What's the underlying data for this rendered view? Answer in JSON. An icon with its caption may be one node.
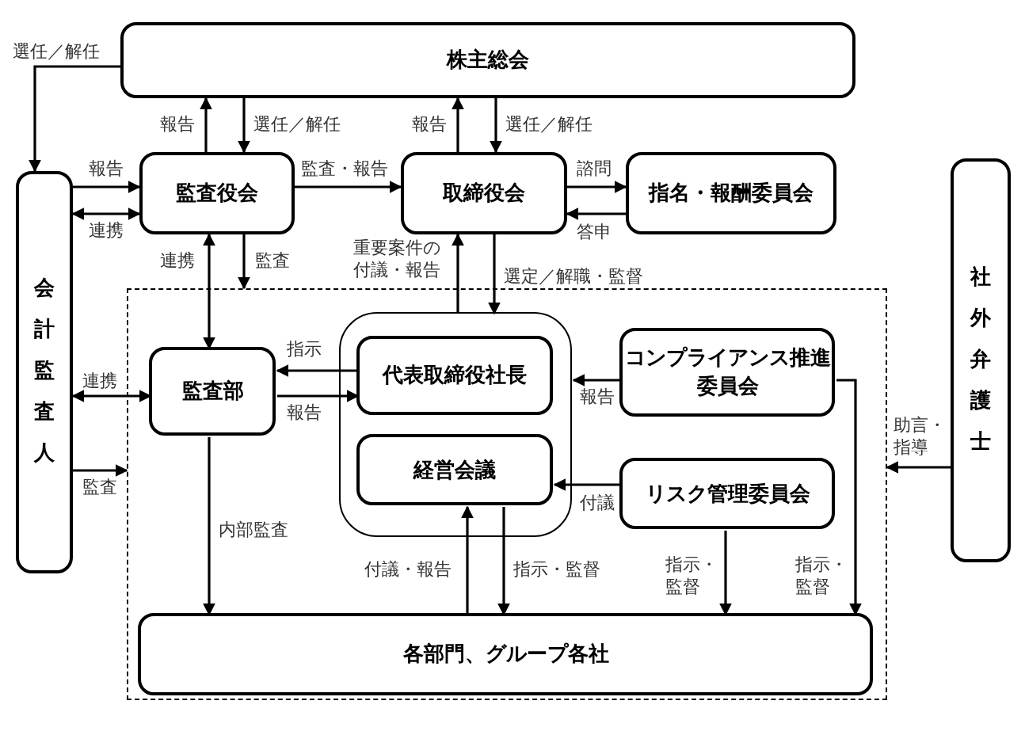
{
  "diagram": {
    "nodes": [
      {
        "text": [
          "株主総会"
        ]
      },
      {
        "text": [
          "会計監査人"
        ]
      },
      {
        "text": [
          "監査役会"
        ]
      },
      {
        "text": [
          "取締役会"
        ]
      },
      {
        "text": [
          "指名・報酬委員会"
        ]
      },
      {
        "text": [
          "社外弁護士"
        ]
      },
      {
        "text": [],
        "shape": "box"
      },
      {
        "text": [
          "監査部"
        ],
        "in": 6
      },
      {
        "text": [],
        "shape": "box",
        "in": 6
      },
      {
        "text": [
          "代表取締役社長"
        ],
        "in": 8
      },
      {
        "text": [
          "経営会議"
        ],
        "in": 8
      },
      {
        "text": [
          "コンプライアンス推進委員会"
        ],
        "in": 6
      },
      {
        "text": [
          "リスク管理委員会"
        ],
        "in": 6
      },
      {
        "text": [
          "各部門、グループ各社"
        ],
        "in": 6
      }
    ],
    "edges": [
      {
        "from": 0,
        "to": 1,
        "arrow": "to",
        "label": "選任／解任"
      },
      {
        "from": 2,
        "to": 0,
        "arrow": "to",
        "label": "報告"
      },
      {
        "from": 0,
        "to": 2,
        "arrow": "to",
        "label": "選任／解任"
      },
      {
        "from": 3,
        "to": 0,
        "arrow": "to",
        "label": "報告"
      },
      {
        "from": 0,
        "to": 3,
        "arrow": "to",
        "label": "選任／解任"
      },
      {
        "from": 1,
        "to": 2,
        "arrow": "to",
        "label": "報告"
      },
      {
        "from": 1,
        "to": 2,
        "arrow": "both",
        "label": "連携"
      },
      {
        "from": 2,
        "to": 3,
        "arrow": "to",
        "label": "監査・報告"
      },
      {
        "from": 3,
        "to": 4,
        "arrow": "to",
        "label": "諮問"
      },
      {
        "from": 4,
        "to": 3,
        "arrow": "to",
        "label": "答申"
      },
      {
        "from": 2,
        "to": 7,
        "arrow": "both",
        "label": "連携"
      },
      {
        "from": 2,
        "to": 6,
        "arrow": "to",
        "label": "監査"
      },
      {
        "from": 8,
        "to": 3,
        "arrow": "to",
        "label": "重要案件の付議・報告"
      },
      {
        "from": 3,
        "to": 8,
        "arrow": "to",
        "label": "選定／解職・監督"
      },
      {
        "from": 1,
        "to": 7,
        "arrow": "both",
        "label": "連携"
      },
      {
        "from": 1,
        "to": 6,
        "arrow": "to",
        "label": "監査"
      },
      {
        "from": 9,
        "to": 7,
        "arrow": "to",
        "label": "指示"
      },
      {
        "from": 7,
        "to": 9,
        "arrow": "to",
        "label": "報告"
      },
      {
        "from": 11,
        "to": 8,
        "arrow": "to",
        "label": "報告"
      },
      {
        "from": 12,
        "to": 10,
        "arrow": "to",
        "label": "付議"
      },
      {
        "from": 5,
        "to": 6,
        "arrow": "to",
        "label": "助言・指導"
      },
      {
        "from": 7,
        "to": 13,
        "arrow": "to",
        "label": "内部監査"
      },
      {
        "from": 13,
        "to": 10,
        "arrow": "to",
        "label": "付議・報告"
      },
      {
        "from": 10,
        "to": 13,
        "arrow": "to",
        "label": "指示・監督"
      },
      {
        "from": 12,
        "to": 13,
        "arrow": "to",
        "label": "指示・監督"
      },
      {
        "from": 11,
        "to": 13,
        "arrow": "to",
        "label": "指示・監督"
      }
    ]
  }
}
